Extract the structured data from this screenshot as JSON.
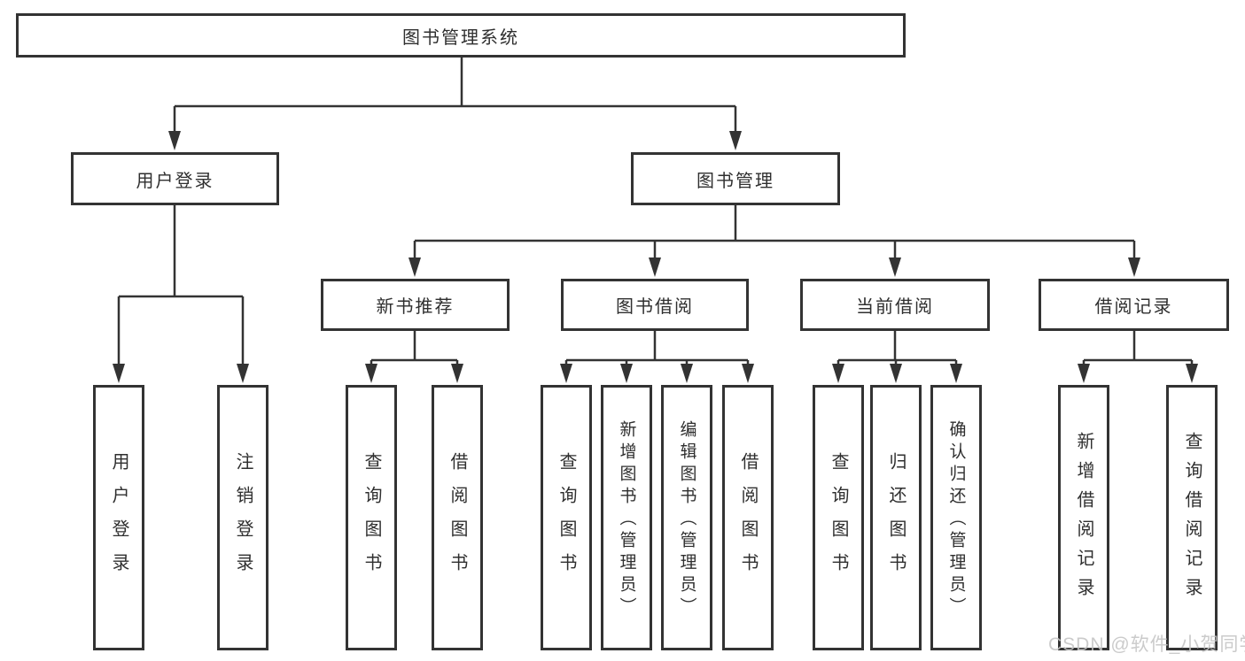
{
  "colors": {
    "line": "#333333",
    "box_border": "#333333",
    "text": "#2f2f2f",
    "background": "#ffffff",
    "watermark": "#c4c4c4"
  },
  "diagram": {
    "type": "hierarchy-tree",
    "title": "图书管理系统",
    "branches": [
      {
        "label": "用户登录",
        "children": [
          {
            "label": "用户登录"
          },
          {
            "label": "注销登录"
          }
        ]
      },
      {
        "label": "图书管理",
        "children": [
          {
            "label": "新书推荐",
            "children": [
              {
                "label": "查询图书"
              },
              {
                "label": "借阅图书"
              }
            ]
          },
          {
            "label": "图书借阅",
            "children": [
              {
                "label": "查询图书"
              },
              {
                "label": "新增图书（管理员）"
              },
              {
                "label": "编辑图书（管理员）"
              },
              {
                "label": "借阅图书"
              }
            ]
          },
          {
            "label": "当前借阅",
            "children": [
              {
                "label": "查询图书"
              },
              {
                "label": "归还图书"
              },
              {
                "label": "确认归还（管理员）"
              }
            ]
          },
          {
            "label": "借阅记录",
            "children": [
              {
                "label": "新增借阅记录"
              },
              {
                "label": "查询借阅记录"
              }
            ]
          }
        ]
      }
    ]
  },
  "watermark": {
    "text": "CSDN @软件_小贺同学"
  }
}
